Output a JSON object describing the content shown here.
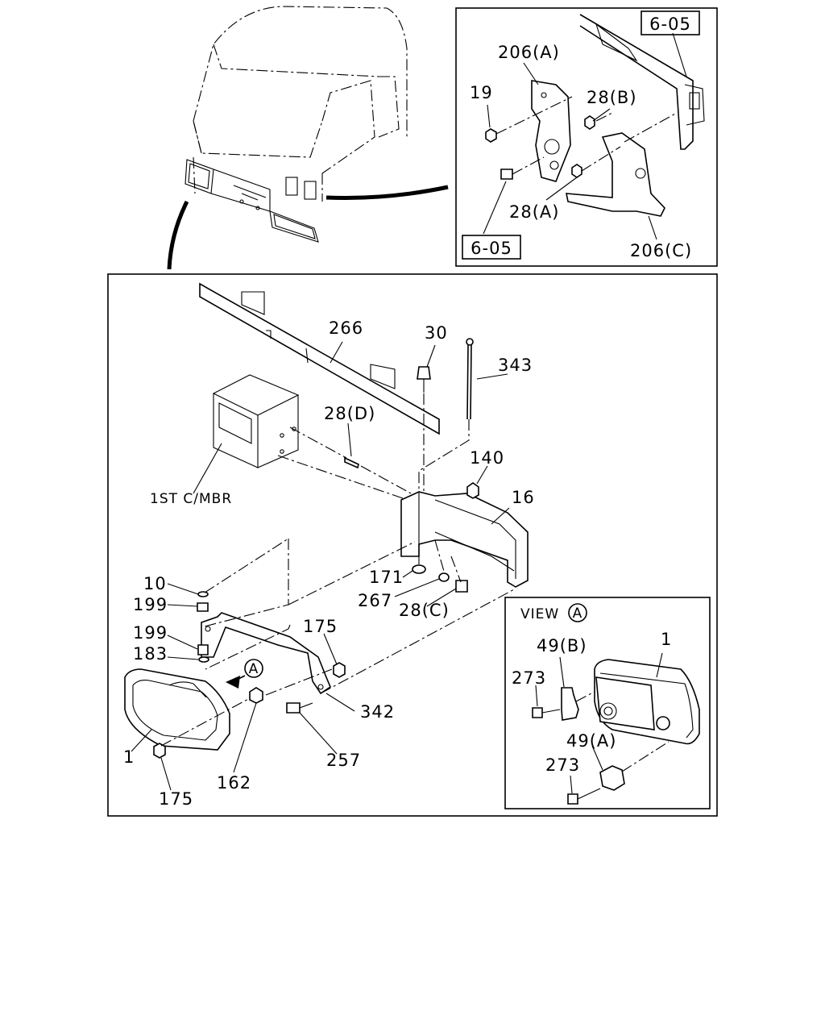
{
  "detail_top": {
    "ref_top": "6-05",
    "ref_bottom": "6-05",
    "labels": [
      "206(A)",
      "19",
      "28(B)",
      "28(A)",
      "206(C)"
    ]
  },
  "main": {
    "labels": [
      "266",
      "30",
      "343",
      "28(D)",
      "140",
      "16",
      "1ST C/MBR",
      "10",
      "199",
      "199",
      "183",
      "171",
      "267",
      "28(C)",
      "175",
      "342",
      "1",
      "162",
      "257",
      "175"
    ],
    "view_marker": "A"
  },
  "view_a": {
    "title": "VIEW",
    "marker": "A",
    "labels": [
      "1",
      "49(B)",
      "273",
      "49(A)",
      "273"
    ]
  }
}
